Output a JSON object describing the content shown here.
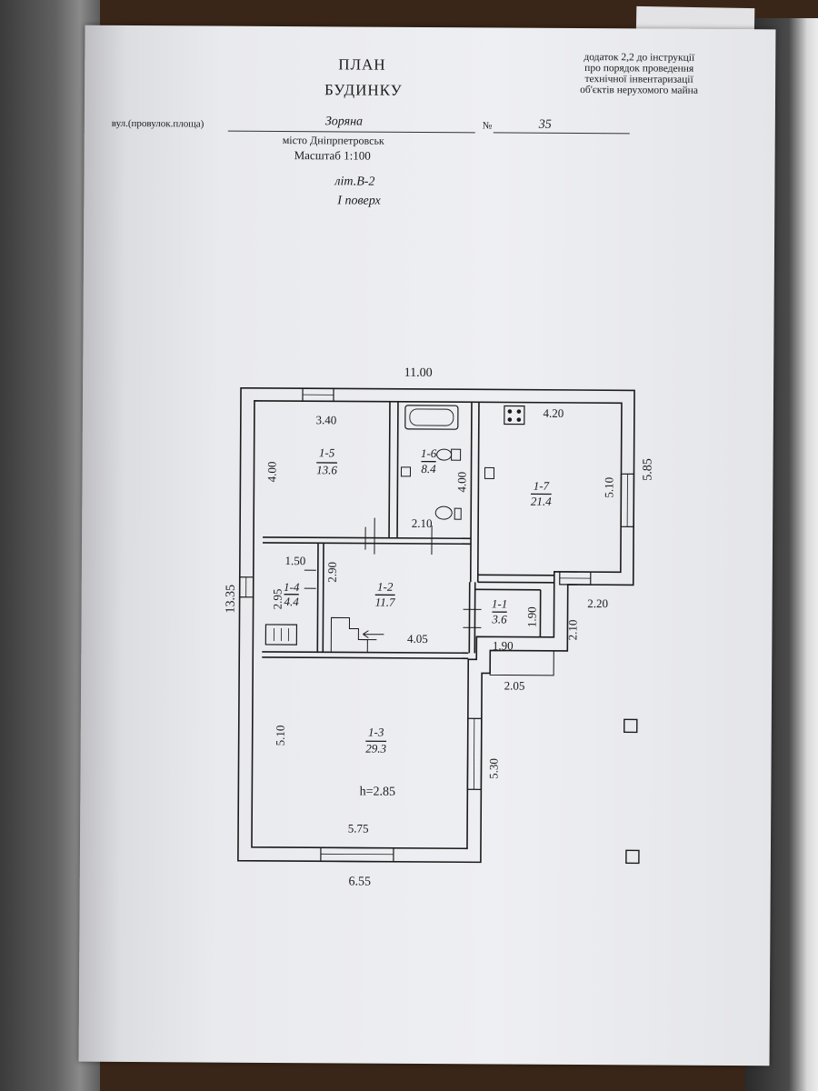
{
  "header": {
    "title_line1": "ПЛАН",
    "title_line2": "БУДИНКУ",
    "annex": [
      "додаток 2,2 до інструкції",
      "про порядок проведення",
      "технічної інвентаризації",
      "об'єктів нерухомого майна"
    ]
  },
  "address": {
    "street_label": "вул.(провулок.площа)",
    "street_value": "Зоряна",
    "number_label": "№",
    "number_value": "35",
    "city": "місто Дніпрпетровськ",
    "scale": "Масштаб 1:100",
    "letter": "літ.В-2",
    "floor": "І поверх"
  },
  "plan": {
    "overall_width": "11.00",
    "overall_length": "13.35",
    "right_depth": "5.85",
    "bottom_width": "6.55",
    "rooms": [
      {
        "id": "1-5",
        "area": "13.6"
      },
      {
        "id": "1-6",
        "area": "8.4"
      },
      {
        "id": "1-7",
        "area": "21.4"
      },
      {
        "id": "1-4",
        "area": "4.4"
      },
      {
        "id": "1-2",
        "area": "11.7"
      },
      {
        "id": "1-1",
        "area": "3.6"
      },
      {
        "id": "1-3",
        "area": "29.3"
      }
    ],
    "dimensions": {
      "d_340": "3.40",
      "d_400_left": "4.00",
      "d_400_mid": "4.00",
      "d_210_wc": "2.10",
      "d_420": "4.20",
      "d_510_right": "5.10",
      "d_150": "1.50",
      "d_290": "2.90",
      "d_295": "2.95",
      "d_405": "4.05",
      "d_190_v": "1.90",
      "d_190_h": "1.90",
      "d_220": "2.20",
      "d_210_side": "2.10",
      "d_205": "2.05",
      "d_510_left": "5.10",
      "d_530": "5.30",
      "d_575": "5.75"
    },
    "height_note": "h=2.85"
  }
}
